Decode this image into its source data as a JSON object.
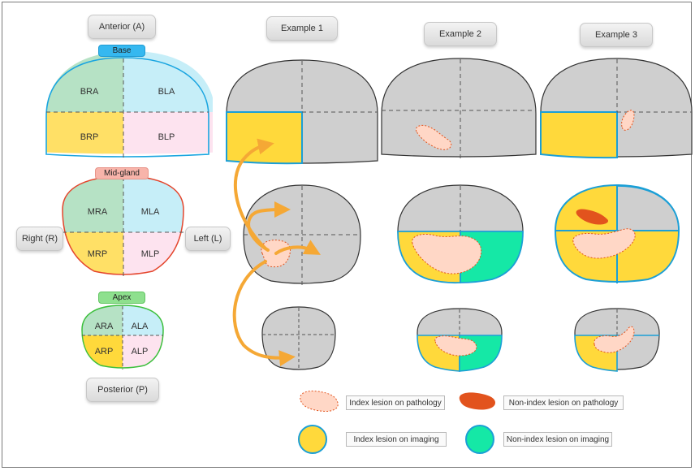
{
  "reference": {
    "anterior": "Anterior (A)",
    "posterior": "Posterior (P)",
    "right": "Right (R)",
    "left": "Left (L)",
    "base": "Base",
    "mid": "Mid-gland",
    "apex": "Apex",
    "zones": {
      "bra": "BRA",
      "bla": "BLA",
      "brp": "BRP",
      "blp": "BLP",
      "mra": "MRA",
      "mla": "MLA",
      "mrp": "MRP",
      "mlp": "MLP",
      "ara": "ARA",
      "ala": "ALA",
      "arp": "ARP",
      "alp": "ALP"
    }
  },
  "examples": [
    "Example 1",
    "Example 2",
    "Example 3"
  ],
  "legend": {
    "index_pathology": "Index lesion on pathology",
    "nonindex_pathology": "Non-index lesion on pathology",
    "index_imaging": "Index lesion on imaging",
    "nonindex_imaging": "Non-index lesion on imaging"
  },
  "colors": {
    "anterior_right": "#b6e2c5",
    "anterior_left": "#c6eef8",
    "posterior_right": "#ffe066",
    "posterior_left": "#fde3ef",
    "gland_grey": "#cfcfcf",
    "index_imaging": "#ffd93b",
    "nonindex_imaging": "#15e8a6",
    "imaging_border": "#1b9fd6",
    "lesion_pathology": "#ffd7c6",
    "nonindex_pathology": "#e2531d",
    "arrow": "#f5a835",
    "base_outline": "#1aa5e0",
    "mid_outline": "#e4452c",
    "apex_outline": "#3cbf3c"
  }
}
